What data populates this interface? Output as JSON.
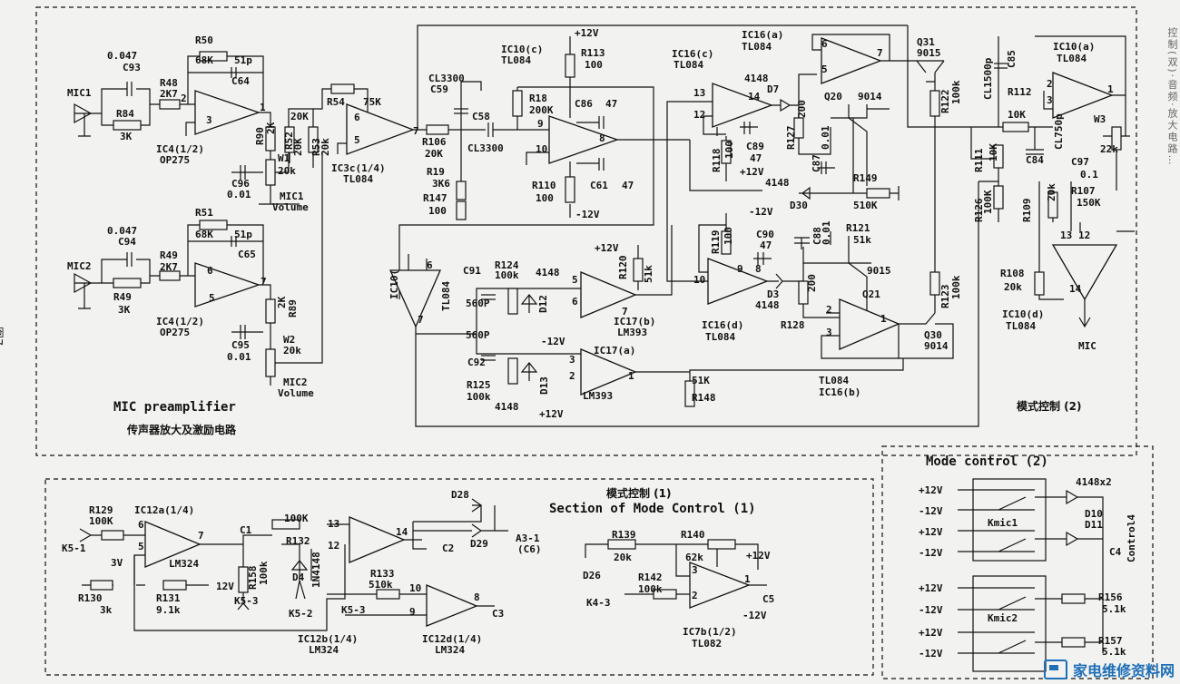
{
  "figure_label": "图7",
  "right_margin_text": "控制(双)·音频·放大电路…",
  "watermark": {
    "text": "家电维修资料网",
    "icon": "tv-icon",
    "color": "#1e6fb8"
  },
  "titles": {
    "mic_pre_en": "MIC preamplifier",
    "mic_pre_cn": "传声器放大及激励电路",
    "mode2_cn": "模式控制 (2)",
    "mode1_cn": "模式控制 (1)",
    "mode1_en": "Section of Mode Control (1)",
    "mode2_en": "Mode control (2)"
  },
  "labels": [
    {
      "id": "mic1",
      "t": "MIC1"
    },
    {
      "id": "c93v",
      "t": "0.047"
    },
    {
      "id": "c93",
      "t": "C93"
    },
    {
      "id": "r48",
      "t": "R48"
    },
    {
      "id": "r48v",
      "t": "2K7"
    },
    {
      "id": "r84",
      "t": "R84"
    },
    {
      "id": "r84v",
      "t": "3K"
    },
    {
      "id": "r50",
      "t": "R50"
    },
    {
      "id": "r50v",
      "t": "68K"
    },
    {
      "id": "c64v",
      "t": "51p"
    },
    {
      "id": "c64",
      "t": "C64"
    },
    {
      "id": "ic4a",
      "t": "IC4(1/2)"
    },
    {
      "id": "op275a",
      "t": "OP275"
    },
    {
      "id": "r90",
      "t": "R90"
    },
    {
      "id": "r90v",
      "t": "2K"
    },
    {
      "id": "r52",
      "t": "R52"
    },
    {
      "id": "r52v",
      "t": "20K"
    },
    {
      "id": "w1",
      "t": "W1"
    },
    {
      "id": "w1v",
      "t": "20k"
    },
    {
      "id": "c96",
      "t": "C96"
    },
    {
      "id": "c96v",
      "t": "0.01"
    },
    {
      "id": "mic1vol",
      "t": "MIC1"
    },
    {
      "id": "vol1",
      "t": "Volume"
    },
    {
      "id": "r53",
      "t": "R53"
    },
    {
      "id": "r53v",
      "t": "20k"
    },
    {
      "id": "r54",
      "t": "R54"
    },
    {
      "id": "r54v",
      "t": "75K"
    },
    {
      "id": "ic3c",
      "t": "IC3c(1/4)"
    },
    {
      "id": "tl084a",
      "t": "TL084"
    },
    {
      "id": "mic2",
      "t": "MIC2"
    },
    {
      "id": "c94v",
      "t": "0.047"
    },
    {
      "id": "c94",
      "t": "C94"
    },
    {
      "id": "r49",
      "t": "R49"
    },
    {
      "id": "r49v",
      "t": "2K7"
    },
    {
      "id": "r49b",
      "t": "R49"
    },
    {
      "id": "r49bv",
      "t": "3K"
    },
    {
      "id": "r51",
      "t": "R51"
    },
    {
      "id": "r51v",
      "t": "68K"
    },
    {
      "id": "c65v",
      "t": "51p"
    },
    {
      "id": "c65",
      "t": "C65"
    },
    {
      "id": "ic4b",
      "t": "IC4(1/2)"
    },
    {
      "id": "op275b",
      "t": "OP275"
    },
    {
      "id": "r89",
      "t": "R89"
    },
    {
      "id": "r89v",
      "t": "2K"
    },
    {
      "id": "w2",
      "t": "W2"
    },
    {
      "id": "w2v",
      "t": "20k"
    },
    {
      "id": "c95",
      "t": "C95"
    },
    {
      "id": "c95v",
      "t": "0.01"
    },
    {
      "id": "mic2vol",
      "t": "MIC2"
    },
    {
      "id": "vol2",
      "t": "Volume"
    },
    {
      "id": "cl3300a",
      "t": "CL3300"
    },
    {
      "id": "c59",
      "t": "C59"
    },
    {
      "id": "c58",
      "t": "C58"
    },
    {
      "id": "cl3300b",
      "t": "CL3300"
    },
    {
      "id": "r106",
      "t": "R106"
    },
    {
      "id": "r106v",
      "t": "20K"
    },
    {
      "id": "r19",
      "t": "R19"
    },
    {
      "id": "r19v",
      "t": "3K6"
    },
    {
      "id": "r147",
      "t": "R147"
    },
    {
      "id": "r147v",
      "t": "100"
    },
    {
      "id": "r18",
      "t": "R18"
    },
    {
      "id": "r18v",
      "t": "200K"
    },
    {
      "id": "ic10c",
      "t": "IC10(c)"
    },
    {
      "id": "tl084b",
      "t": "TL084"
    },
    {
      "id": "p12a",
      "t": "+12V"
    },
    {
      "id": "r113",
      "t": "R113"
    },
    {
      "id": "r113v",
      "t": "100"
    },
    {
      "id": "c86",
      "t": "C86"
    },
    {
      "id": "c86v",
      "t": "47"
    },
    {
      "id": "r110",
      "t": "R110"
    },
    {
      "id": "r110v",
      "t": "100"
    },
    {
      "id": "c61",
      "t": "C61"
    },
    {
      "id": "c61v",
      "t": "47"
    },
    {
      "id": "m12a",
      "t": "-12V"
    },
    {
      "id": "ic16c",
      "t": "IC16(c)"
    },
    {
      "id": "tl084c",
      "t": "TL084"
    },
    {
      "id": "ic16a",
      "t": "IC16(a)"
    },
    {
      "id": "tl084d",
      "t": "TL084"
    },
    {
      "id": "d7v",
      "t": "4148"
    },
    {
      "id": "d7",
      "t": "D7"
    },
    {
      "id": "r127",
      "t": "R127"
    },
    {
      "id": "r127v",
      "t": "200"
    },
    {
      "id": "q20",
      "t": "Q20"
    },
    {
      "id": "q20v",
      "t": "9014"
    },
    {
      "id": "q31",
      "t": "Q31"
    },
    {
      "id": "q31v",
      "t": "9015"
    },
    {
      "id": "r122",
      "t": "R122"
    },
    {
      "id": "r122v",
      "t": "100k"
    },
    {
      "id": "c87",
      "t": "C87"
    },
    {
      "id": "c87v",
      "t": "0.01"
    },
    {
      "id": "r118",
      "t": "R118"
    },
    {
      "id": "r118v",
      "t": "100"
    },
    {
      "id": "c89",
      "t": "C89"
    },
    {
      "id": "c89v",
      "t": "47"
    },
    {
      "id": "p12b",
      "t": "+12V"
    },
    {
      "id": "d30v",
      "t": "4148"
    },
    {
      "id": "d30",
      "t": "D30"
    },
    {
      "id": "r149",
      "t": "R149"
    },
    {
      "id": "r149v",
      "t": "510K"
    },
    {
      "id": "ic10d2",
      "t": "IC10("
    },
    {
      "id": "tl084e",
      "t": "TL084"
    },
    {
      "id": "c91",
      "t": "C91"
    },
    {
      "id": "r124",
      "t": "R124"
    },
    {
      "id": "r124v",
      "t": "100k"
    },
    {
      "id": "d12v",
      "t": "4148"
    },
    {
      "id": "d12",
      "t": "D12"
    },
    {
      "id": "c91v",
      "t": "560P"
    },
    {
      "id": "r120",
      "t": "R120"
    },
    {
      "id": "r120v",
      "t": "51k"
    },
    {
      "id": "p12c",
      "t": "+12V"
    },
    {
      "id": "ic17b",
      "t": "IC17(b)"
    },
    {
      "id": "lm393a",
      "t": "LM393"
    },
    {
      "id": "m12b",
      "t": "-12V"
    },
    {
      "id": "c92v",
      "t": "560P"
    },
    {
      "id": "c92",
      "t": "C92"
    },
    {
      "id": "ic17a",
      "t": "IC17(a)"
    },
    {
      "id": "lm393b",
      "t": "LM393"
    },
    {
      "id": "r125",
      "t": "R125"
    },
    {
      "id": "r125v",
      "t": "100k"
    },
    {
      "id": "d13",
      "t": "D13"
    },
    {
      "id": "d13v",
      "t": "4148"
    },
    {
      "id": "p12d",
      "t": "+12V"
    },
    {
      "id": "r148v",
      "t": "51K"
    },
    {
      "id": "r148",
      "t": "R148"
    },
    {
      "id": "r119",
      "t": "R119"
    },
    {
      "id": "r119v",
      "t": "100"
    },
    {
      "id": "m12c",
      "t": "-12V"
    },
    {
      "id": "c90",
      "t": "C90"
    },
    {
      "id": "c90v",
      "t": "47"
    },
    {
      "id": "c88",
      "t": "C88"
    },
    {
      "id": "c88v",
      "t": "0.01"
    },
    {
      "id": "r121",
      "t": "R121"
    },
    {
      "id": "r121v",
      "t": "51k"
    },
    {
      "id": "q21",
      "t": "Q21"
    },
    {
      "id": "q21v",
      "t": "9015"
    },
    {
      "id": "r128",
      "t": "R128"
    },
    {
      "id": "r128v",
      "t": "200"
    },
    {
      "id": "d3",
      "t": "D3"
    },
    {
      "id": "d3v",
      "t": "4148"
    },
    {
      "id": "ic16d",
      "t": "IC16(d)"
    },
    {
      "id": "tl084f",
      "t": "TL084"
    },
    {
      "id": "r123",
      "t": "R123"
    },
    {
      "id": "r123v",
      "t": "100k"
    },
    {
      "id": "q30",
      "t": "Q30"
    },
    {
      "id": "q30v",
      "t": "9014"
    },
    {
      "id": "tl084g",
      "t": "TL084"
    },
    {
      "id": "ic16b",
      "t": "IC16(b)"
    },
    {
      "id": "cl1500",
      "t": "CL1500p"
    },
    {
      "id": "c85",
      "t": "C85"
    },
    {
      "id": "r112",
      "t": "R112"
    },
    {
      "id": "r112v",
      "t": "10K"
    },
    {
      "id": "c84",
      "t": "C84"
    },
    {
      "id": "cl750",
      "t": "CL750p"
    },
    {
      "id": "ic10a",
      "t": "IC10(a)"
    },
    {
      "id": "tl084h",
      "t": "TL084"
    },
    {
      "id": "w3",
      "t": "W3"
    },
    {
      "id": "w3v",
      "t": "22k"
    },
    {
      "id": "c97",
      "t": "C97"
    },
    {
      "id": "c97v",
      "t": "0.1"
    },
    {
      "id": "r107",
      "t": "R107"
    },
    {
      "id": "r107v",
      "t": "150K"
    },
    {
      "id": "r111",
      "t": "R111"
    },
    {
      "id": "r111v",
      "t": "10K"
    },
    {
      "id": "r126",
      "t": "R126"
    },
    {
      "id": "r126v",
      "t": "100K"
    },
    {
      "id": "r109",
      "t": "R109"
    },
    {
      "id": "r109v",
      "t": "20k"
    },
    {
      "id": "r108",
      "t": "R108"
    },
    {
      "id": "r108v",
      "t": "20k"
    },
    {
      "id": "ic10d",
      "t": "IC10(d)"
    },
    {
      "id": "tl084i",
      "t": "TL084"
    },
    {
      "id": "micout",
      "t": "MIC"
    },
    {
      "id": "r129",
      "t": "R129"
    },
    {
      "id": "r129v",
      "t": "100K"
    },
    {
      "id": "k51",
      "t": "K5-1"
    },
    {
      "id": "ic12a",
      "t": "IC12a(1/4)"
    },
    {
      "id": "lm324a",
      "t": "LM324"
    },
    {
      "id": "c1",
      "t": "C1"
    },
    {
      "id": "v3",
      "t": "3V"
    },
    {
      "id": "r130",
      "t": "R130"
    },
    {
      "id": "r130v",
      "t": "3k"
    },
    {
      "id": "r131",
      "t": "R131"
    },
    {
      "id": "r131v",
      "t": "9.1k"
    },
    {
      "id": "p12e",
      "t": "12V"
    },
    {
      "id": "r158",
      "t": "R158"
    },
    {
      "id": "r158v",
      "t": "100k"
    },
    {
      "id": "r132",
      "t": "R132"
    },
    {
      "id": "r132v",
      "t": "100K"
    },
    {
      "id": "d4",
      "t": "D4"
    },
    {
      "id": "d4v",
      "t": "1N4148"
    },
    {
      "id": "k53a",
      "t": "K5-3"
    },
    {
      "id": "k52",
      "t": "K5-2"
    },
    {
      "id": "k53b",
      "t": "K5-3"
    },
    {
      "id": "r133",
      "t": "R133"
    },
    {
      "id": "r133v",
      "t": "510k"
    },
    {
      "id": "c2",
      "t": "C2"
    },
    {
      "id": "c3",
      "t": "C3"
    },
    {
      "id": "ic12b",
      "t": "IC12b(1/4)"
    },
    {
      "id": "lm324b",
      "t": "LM324"
    },
    {
      "id": "ic12d",
      "t": "IC12d(1/4)"
    },
    {
      "id": "lm324c",
      "t": "LM324"
    },
    {
      "id": "d28",
      "t": "D28"
    },
    {
      "id": "d29",
      "t": "D29"
    },
    {
      "id": "a31",
      "t": "A3-1"
    },
    {
      "id": "c6",
      "t": "(C6)"
    },
    {
      "id": "r139",
      "t": "R139"
    },
    {
      "id": "r139v",
      "t": "20k"
    },
    {
      "id": "r140",
      "t": "R140"
    },
    {
      "id": "r140v",
      "t": "62k"
    },
    {
      "id": "p12f",
      "t": "+12V"
    },
    {
      "id": "d26",
      "t": "D26"
    },
    {
      "id": "r142",
      "t": "R142"
    },
    {
      "id": "r142v",
      "t": "100k"
    },
    {
      "id": "k43",
      "t": "K4-3"
    },
    {
      "id": "m12d",
      "t": "-12V"
    },
    {
      "id": "c5",
      "t": "C5"
    },
    {
      "id": "ic7b",
      "t": "IC7b(1/2)"
    },
    {
      "id": "tl082",
      "t": "TL082"
    },
    {
      "id": "mc1",
      "t": "+12V"
    },
    {
      "id": "mc2",
      "t": "-12V"
    },
    {
      "id": "mc3",
      "t": "+12V"
    },
    {
      "id": "mc4",
      "t": "-12V"
    },
    {
      "id": "mc5",
      "t": "+12V"
    },
    {
      "id": "mc6",
      "t": "-12V"
    },
    {
      "id": "mc7",
      "t": "+12V"
    },
    {
      "id": "mc8",
      "t": "-12V"
    },
    {
      "id": "kmic1",
      "t": "Kmic1"
    },
    {
      "id": "kmic2",
      "t": "Kmic2"
    },
    {
      "id": "d4148x2",
      "t": "4148x2"
    },
    {
      "id": "d10",
      "t": "D10"
    },
    {
      "id": "d11",
      "t": "D11"
    },
    {
      "id": "c4",
      "t": "C4"
    },
    {
      "id": "ctl4",
      "t": "Control4"
    },
    {
      "id": "r156",
      "t": "R156"
    },
    {
      "id": "r156v",
      "t": "5.1k"
    },
    {
      "id": "r157",
      "t": "R157"
    },
    {
      "id": "r157v",
      "t": "5.1k"
    },
    {
      "id": "pin2a",
      "t": "2"
    },
    {
      "id": "pin3a",
      "t": "3"
    },
    {
      "id": "pin1a",
      "t": "1"
    },
    {
      "id": "pin6a",
      "t": "6"
    },
    {
      "id": "pin5a",
      "t": "5"
    },
    {
      "id": "pin7a",
      "t": "7"
    },
    {
      "id": "pin6b",
      "t": "6"
    },
    {
      "id": "pin5b",
      "t": "5"
    },
    {
      "id": "pin7b",
      "t": "7"
    },
    {
      "id": "pin9",
      "t": "9"
    },
    {
      "id": "pin10",
      "t": "10"
    },
    {
      "id": "pin8",
      "t": "8"
    },
    {
      "id": "pin13",
      "t": "13"
    },
    {
      "id": "pin12",
      "t": "12"
    },
    {
      "id": "pin14",
      "t": "14"
    },
    {
      "id": "pin6c",
      "t": "6"
    },
    {
      "id": "pin5c",
      "t": "5"
    },
    {
      "id": "pin7c",
      "t": "7"
    },
    {
      "id": "pin5d",
      "t": "5"
    },
    {
      "id": "pin6d",
      "t": "6"
    },
    {
      "id": "pin7d",
      "t": "7"
    },
    {
      "id": "pin10b",
      "t": "10"
    },
    {
      "id": "pin9b",
      "t": "9"
    },
    {
      "id": "pin8b",
      "t": "8"
    },
    {
      "id": "pin2b",
      "t": "2"
    },
    {
      "id": "pin3b",
      "t": "3"
    },
    {
      "id": "pin1b",
      "t": "1"
    },
    {
      "id": "pin6e",
      "t": "6"
    },
    {
      "id": "pin7e",
      "t": "7"
    },
    {
      "id": "pin13b",
      "t": "13"
    },
    {
      "id": "pin12b",
      "t": "12"
    },
    {
      "id": "pin14b",
      "t": "14"
    },
    {
      "id": "pin2c",
      "t": "2"
    },
    {
      "id": "pin3c",
      "t": "3"
    },
    {
      "id": "pin1c",
      "t": "1"
    },
    {
      "id": "pin6f",
      "t": "6"
    },
    {
      "id": "pin5f",
      "t": "5"
    },
    {
      "id": "pin7f",
      "t": "7"
    },
    {
      "id": "pin13c",
      "t": "13"
    },
    {
      "id": "pin12c",
      "t": "12"
    },
    {
      "id": "pin14c",
      "t": "14"
    },
    {
      "id": "pin10c",
      "t": "10"
    },
    {
      "id": "pin9c",
      "t": "9"
    },
    {
      "id": "pin8c",
      "t": "8"
    },
    {
      "id": "pin3d",
      "t": "3"
    },
    {
      "id": "pin2d",
      "t": "2"
    },
    {
      "id": "pin1d",
      "t": "1"
    },
    {
      "id": "pin13d",
      "t": "13"
    },
    {
      "id": "pin12d",
      "t": "12"
    },
    {
      "id": "pin14d",
      "t": "14"
    },
    {
      "id": "pin2e",
      "t": "2"
    },
    {
      "id": "pin3e",
      "t": "3"
    },
    {
      "id": "pin1e",
      "t": "1"
    },
    {
      "id": "pin20k",
      "t": "20K"
    }
  ]
}
